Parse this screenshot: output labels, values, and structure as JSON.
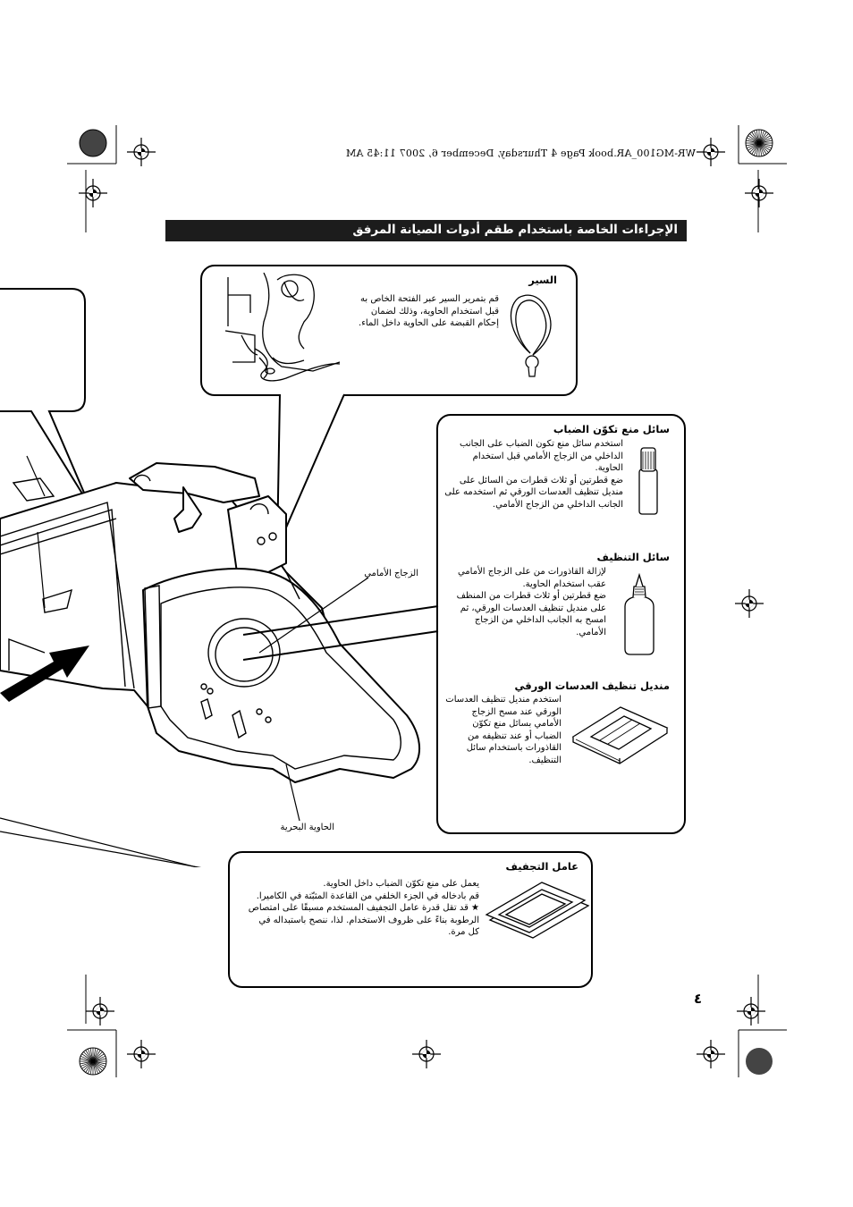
{
  "print_header": "WR-MG100_AR.book  Page 4  Thursday, December 6, 2007  11:45 AM",
  "section_title": "الإجراءات الخاصة باستخدام طقم أدوات الصيانة المرفق",
  "items": {
    "strap": {
      "heading": "السير",
      "lines": [
        "قم بتمرير السير عبر الفتحة الخاص به",
        "قبل استخدام الحاوية، وذلك لضمان",
        "إحكام القبضة على الحاوية داخل الماء."
      ]
    },
    "antifog": {
      "heading": "سائل منع تكوّن الضباب",
      "lines": [
        "استخدم سائل منع تكون الضباب على الجانب",
        "الداخلي من الزجاج الأمامي قبل استخدام",
        "الحاوية.",
        "ضع قطرتين أو ثلاث قطرات من السائل على",
        "منديل تنظيف العدسات الورقي ثم استخدمه على",
        "الجانب الداخلي من الزجاج الأمامي."
      ]
    },
    "cleaner": {
      "heading": "سائل التنظيف",
      "lines": [
        "لإزالة القاذورات من على الزجاج الأمامي",
        "عقب استخدام الحاوية.",
        "ضع قطرتين أو ثلاث قطرات من المنظف",
        "على منديل تنظيف العدسات الورقي، ثم",
        "امسح به الجانب الداخلي من الزجاج",
        "الأمامي."
      ]
    },
    "lens_tissue": {
      "heading": "منديل تنظيف العدسات الورقي",
      "lines": [
        "استخدم منديل تنظيف العدسات",
        "الورقي عند مسح الزجاج",
        "الأمامي بسائل منع تكوّن",
        "الضباب أو عند تنظيفه من",
        "القاذورات باستخدام سائل",
        "التنظيف."
      ]
    },
    "desiccant": {
      "heading": "عامل التجفيف",
      "lines": [
        "يعمل على منع تكوّن الضباب داخل الحاوية.",
        "قم بادخاله في الجزء الخلفي من القاعدة المثبّتة في الكاميرا.",
        "★ قد تقل قدرة عامل التجفيف المستخدم مسبقًا على امتصاص",
        "الرطوبة بناءً على ظروف الاستخدام. لذا، ننصح باستبداله في",
        "كل مرة."
      ]
    }
  },
  "captions": {
    "front_glass": "الزجاج الأمامي",
    "marine_case": "الحاوية البحرية"
  },
  "page_number": "٤"
}
